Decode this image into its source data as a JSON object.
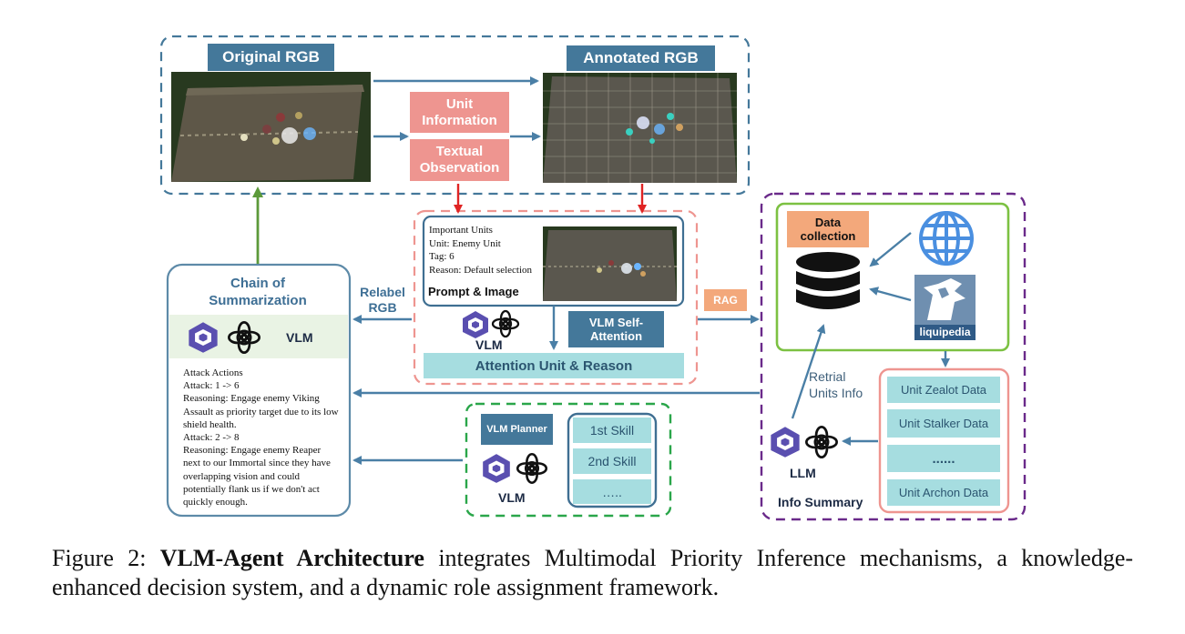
{
  "top": {
    "original_rgb": "Original RGB",
    "annotated_rgb": "Annotated RGB",
    "unit_information": "Unit Information",
    "textual_observation": "Textual Observation"
  },
  "prompt": {
    "lines": [
      "Important Units",
      "Unit: Enemy Unit",
      "Tag: 6",
      "Reason: Default selection"
    ],
    "prompt_image": "Prompt & Image",
    "vlm": "VLM",
    "self_attention": "VLM Self-Attention",
    "attention_unit": "Attention Unit & Reason"
  },
  "chain": {
    "title": "Chain of Summarization",
    "vlm": "VLM",
    "actions": [
      "Attack Actions",
      "Attack: 1 -> 6",
      "Reasoning: Engage enemy Viking Assault as priority target due to its low shield health.",
      "Attack: 2 -> 8",
      "Reasoning: Engage enemy Reaper next to our Immortal since they have overlapping vision and could potentially flank us if we don't act quickly enough."
    ]
  },
  "relabel": "Relabel RGB",
  "rag": "RAG",
  "planner": {
    "title": "VLM Planner",
    "vlm": "VLM",
    "skills": [
      "1st Skill",
      "2nd Skill",
      "….."
    ]
  },
  "info": {
    "data_collection": "Data collection",
    "liquipedia": "liquipedia",
    "retrial": "Retrial Units Info",
    "units": [
      "Unit Zealot Data",
      "Unit Stalker Data",
      "......",
      "Unit Archon Data"
    ],
    "llm": "LLM",
    "summary": "Info Summary"
  },
  "caption": {
    "prefix": "Figure 2:",
    "bold": "VLM-Agent Architecture",
    "rest": "integrates Multimodal Priority Inference mechanisms, a knowledge-enhanced decision system, and a dynamic role assignment framework."
  },
  "colors": {
    "blue_label": "#44789a",
    "pink_label": "#ee9590",
    "teal": "#a6dde0",
    "arrow_blue": "#4a7fa6",
    "arrow_red": "#e02424",
    "arrow_green": "#5c9a3a",
    "purple": "#6a2a8a",
    "green_dash": "#2aa64a",
    "orange": "#f3a87b"
  },
  "icons": [
    "qwen-icon",
    "openai-icon",
    "globe-icon",
    "database-icon",
    "liquipedia-logo"
  ]
}
